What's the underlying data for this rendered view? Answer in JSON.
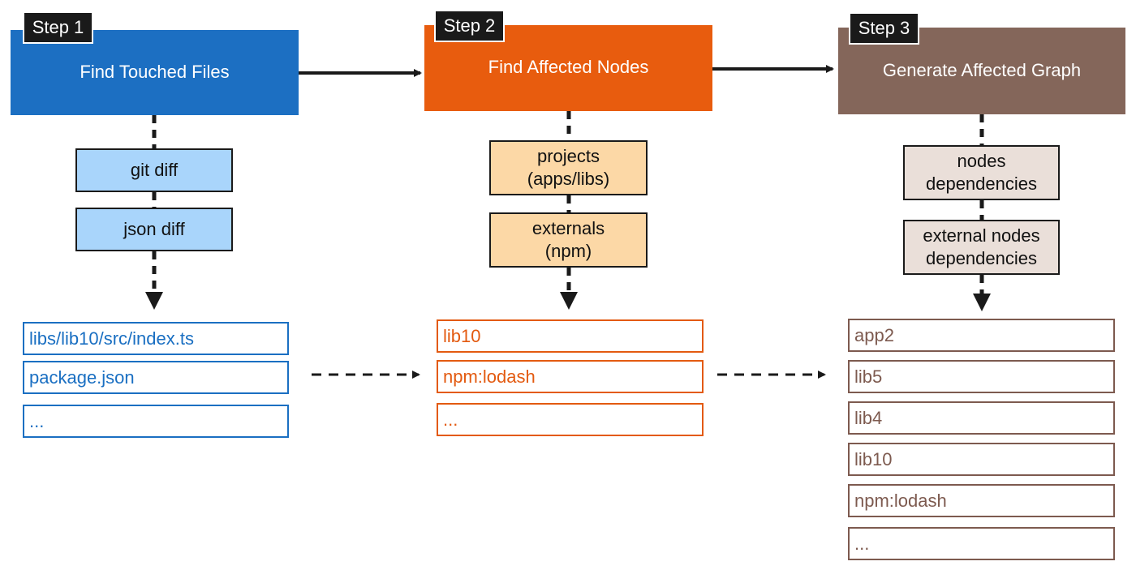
{
  "steps": [
    {
      "badge": "Step 1",
      "title": "Find Touched Files",
      "color": "#1c6fc2",
      "process": [
        "git diff",
        "json diff"
      ],
      "process_color": "#a9d5fb",
      "outputs": [
        "libs/lib10/src/index.ts",
        "package.json",
        "..."
      ],
      "output_color": "#1a6fc2"
    },
    {
      "badge": "Step 2",
      "title": "Find Affected Nodes",
      "color": "#e85c0e",
      "process": [
        "projects\n(apps/libs)",
        "externals\n(npm)"
      ],
      "process_color": "#fcd8a6",
      "outputs": [
        "lib10",
        "npm:lodash",
        "..."
      ],
      "output_color": "#e35a10"
    },
    {
      "badge": "Step 3",
      "title": "Generate Affected Graph",
      "color": "#84665a",
      "process": [
        "nodes\ndependencies",
        "external nodes\ndependencies"
      ],
      "process_color": "#eadfd9",
      "outputs": [
        "app2",
        "lib5",
        "lib4",
        "lib10",
        "npm:lodash",
        "..."
      ],
      "output_color": "#7d5a4f"
    }
  ]
}
